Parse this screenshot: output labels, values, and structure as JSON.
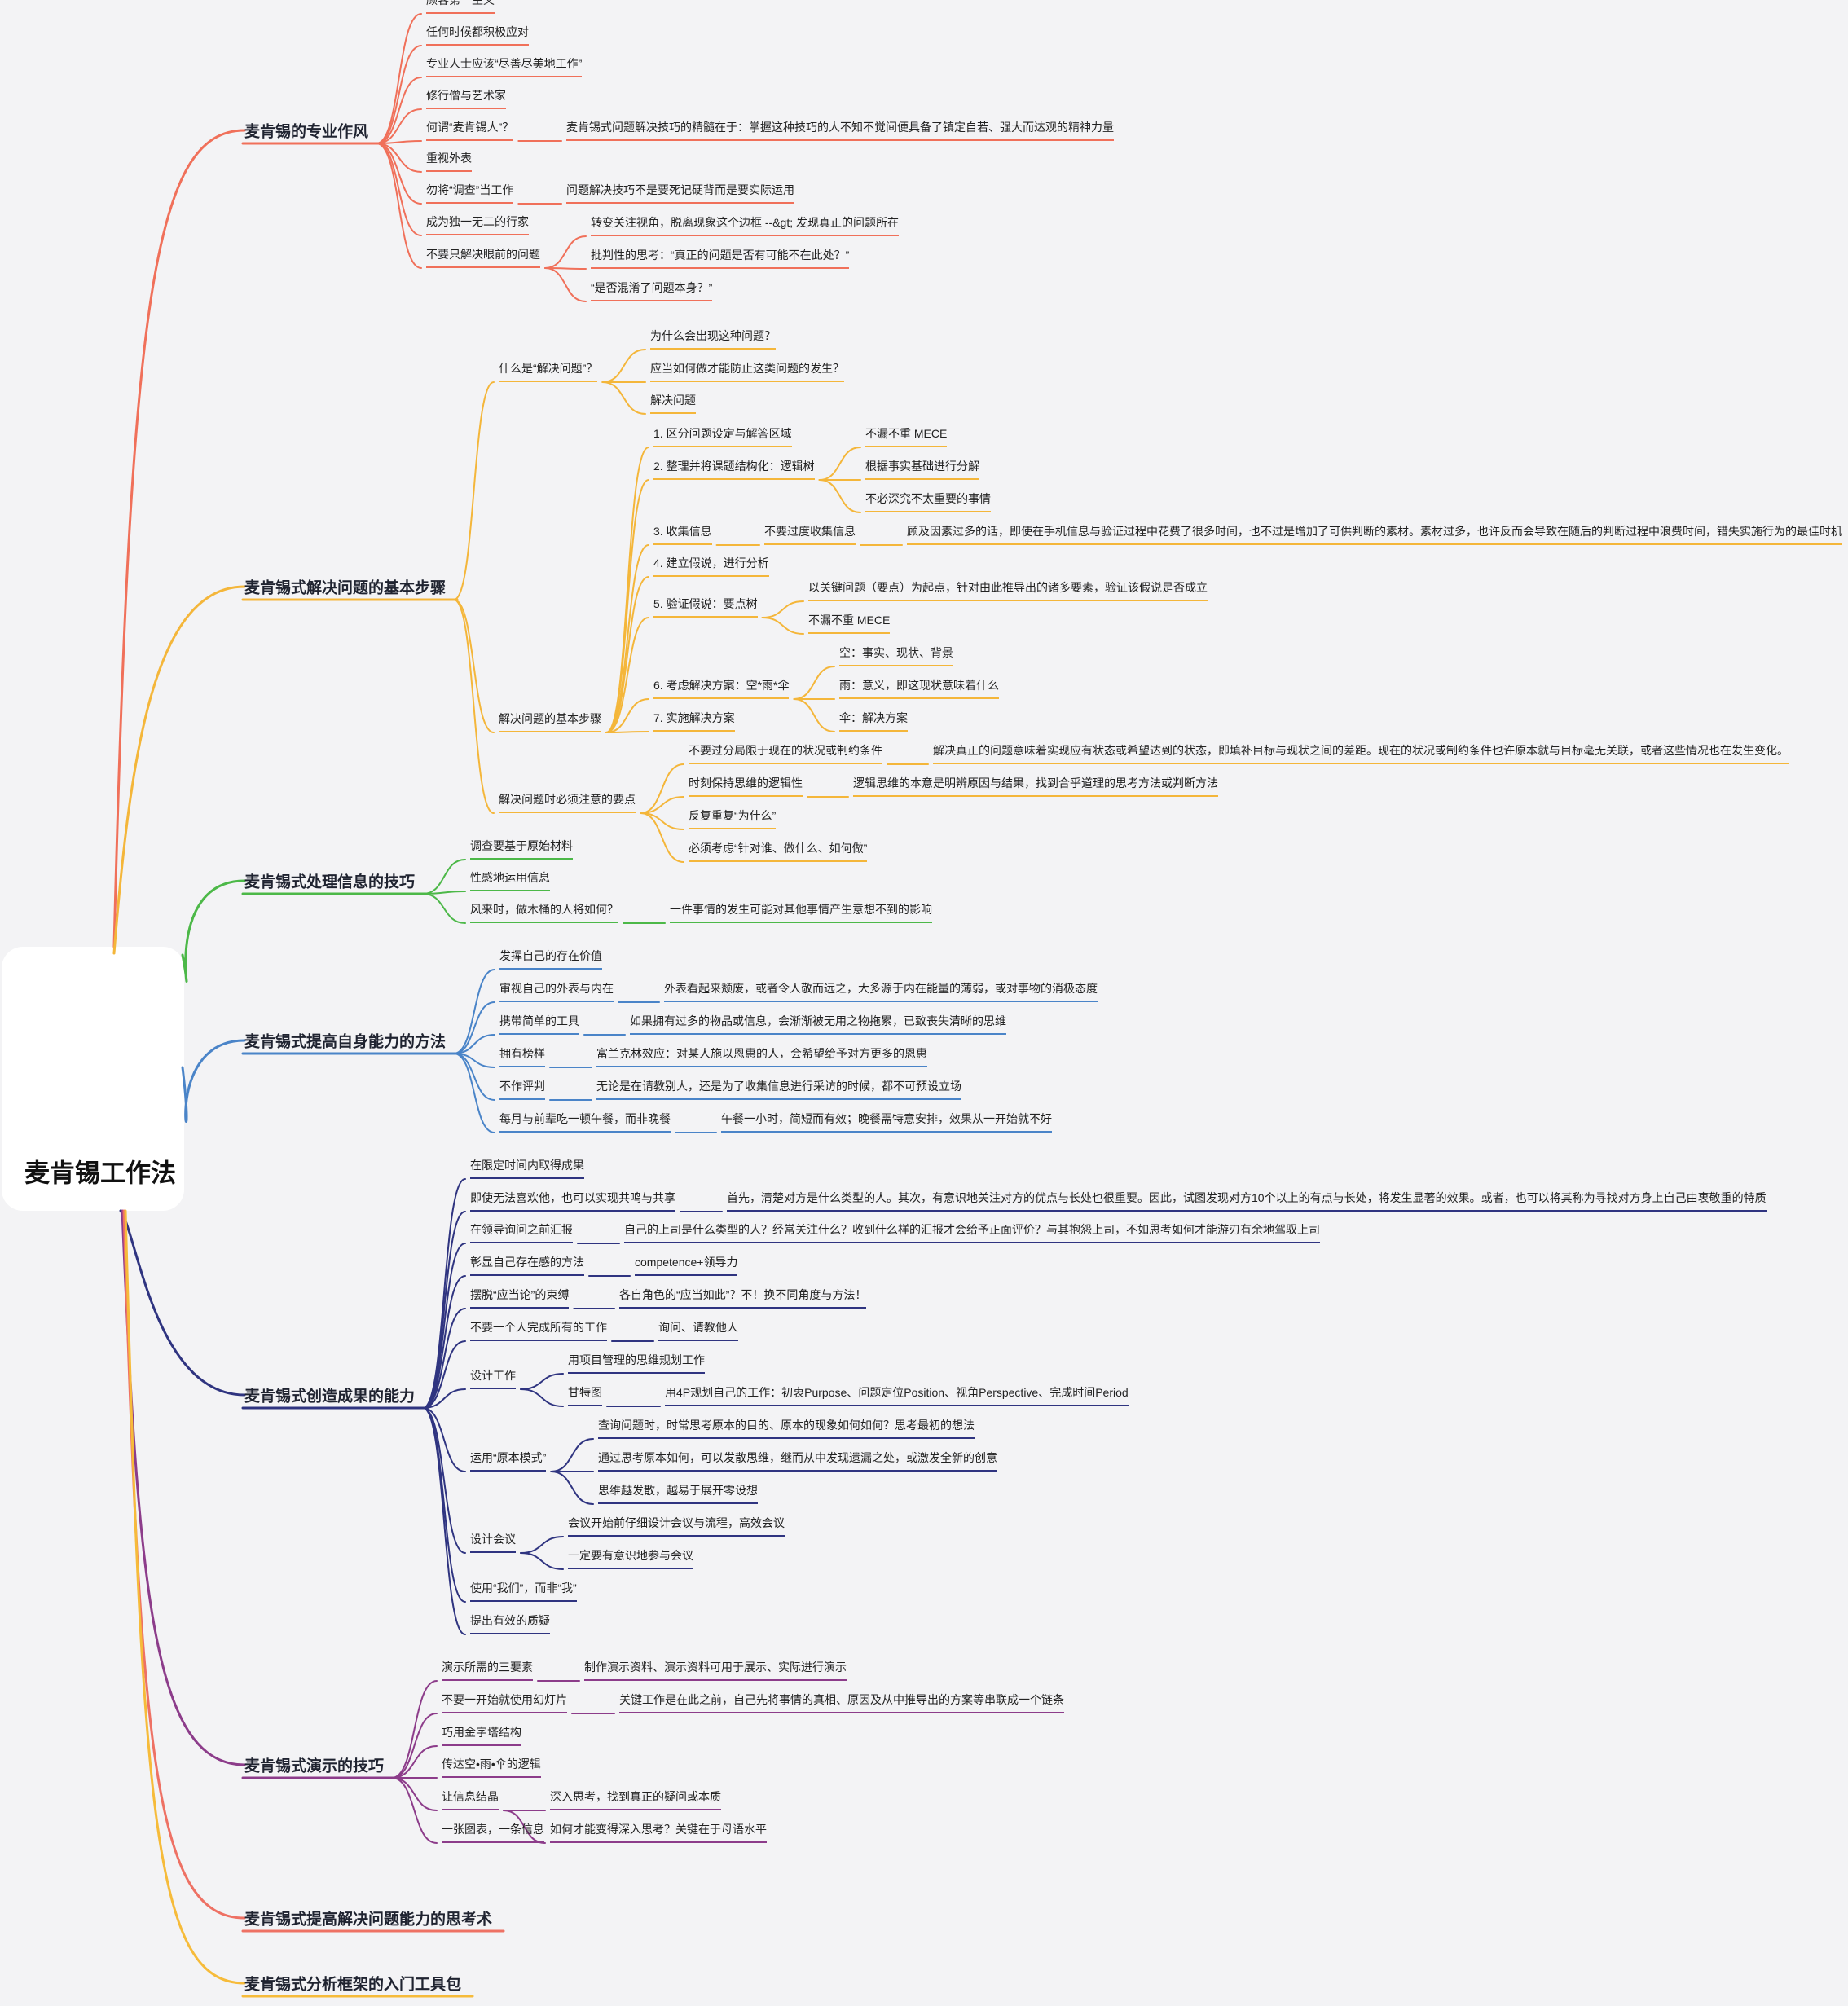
{
  "root": {
    "title": "麦肯锡工作法"
  },
  "colors": {
    "orange_red": "#f0705a",
    "orange": "#f4b63a",
    "green": "#4cb848",
    "blue": "#4a84c8",
    "navy": "#2f3480",
    "purple": "#8c3c8a",
    "coral": "#ee7164",
    "gold": "#f6bb3a"
  },
  "branches": [
    {
      "label": "麦肯锡的专业作风",
      "color": "orange_red",
      "children": [
        {
          "label": "顾客第一主义"
        },
        {
          "label": "任何时候都积极应对"
        },
        {
          "label": "专业人士应该“尽善尽美地工作”"
        },
        {
          "label": "修行僧与艺术家"
        },
        {
          "label": "何谓“麦肯锡人”？",
          "children": [
            {
              "label": "麦肯锡式问题解决技巧的精髓在于：掌握这种技巧的人不知不觉间便具备了镇定自若、强大而达观的精神力量"
            }
          ]
        },
        {
          "label": "重视外表"
        },
        {
          "label": "勿将“调查”当工作",
          "children": [
            {
              "label": "问题解决技巧不是要死记硬背而是要实际运用"
            }
          ]
        },
        {
          "label": "成为独一无二的行家"
        },
        {
          "label": "不要只解决眼前的问题",
          "children": [
            {
              "label": "转变关注视角，脱离现象这个边框 --&gt; 发现真正的问题所在"
            },
            {
              "label": "批判性的思考：“真正的问题是否有可能不在此处？”"
            },
            {
              "label": "“是否混淆了问题本身？”"
            }
          ]
        }
      ]
    },
    {
      "label": "麦肯锡式解决问题的基本步骤",
      "color": "orange",
      "children": [
        {
          "label": "什么是“解决问题”？",
          "children": [
            {
              "label": "为什么会出现这种问题？"
            },
            {
              "label": "应当如何做才能防止这类问题的发生？"
            },
            {
              "label": "解决问题"
            }
          ]
        },
        {
          "label": "解决问题的基本步骤",
          "children": [
            {
              "label": "1. 区分问题设定与解答区域"
            },
            {
              "label": "2. 整理并将课题结构化：逻辑树",
              "children": [
                {
                  "label": "不漏不重 MECE"
                },
                {
                  "label": "根据事实基础进行分解"
                },
                {
                  "label": "不必深究不太重要的事情"
                }
              ]
            },
            {
              "label": "3. 收集信息",
              "children": [
                {
                  "label": "不要过度收集信息",
                  "children": [
                    {
                      "label": "顾及因素过多的话，即使在手机信息与验证过程中花费了很多时间，也不过是增加了可供判断的素材。素材过多，也许反而会导致在随后的判断过程中浪费时间，错失实施行为的最佳时机"
                    }
                  ]
                }
              ]
            },
            {
              "label": "4. 建立假说，进行分析"
            },
            {
              "label": "5. 验证假说：要点树",
              "children": [
                {
                  "label": "以关键问题（要点）为起点，针对由此推导出的诸多要素，验证该假说是否成立"
                },
                {
                  "label": "不漏不重 MECE"
                }
              ]
            },
            {
              "label": "6. 考虑解决方案：空*雨*伞",
              "children": [
                {
                  "label": "空：事实、现状、背景"
                },
                {
                  "label": "雨：意义，即这现状意味着什么"
                },
                {
                  "label": "伞：解决方案"
                }
              ]
            },
            {
              "label": "7. 实施解决方案"
            }
          ]
        },
        {
          "label": "解决问题时必须注意的要点",
          "children": [
            {
              "label": "不要过分局限于现在的状况或制约条件",
              "children": [
                {
                  "label": "解决真正的问题意味着实现应有状态或希望达到的状态，即填补目标与现状之间的差距。现在的状况或制约条件也许原本就与目标毫无关联，或者这些情况也在发生变化。"
                }
              ]
            },
            {
              "label": "时刻保持思维的逻辑性",
              "children": [
                {
                  "label": "逻辑思维的本意是明辨原因与结果，找到合乎道理的思考方法或判断方法"
                }
              ]
            },
            {
              "label": "反复重复“为什么”"
            },
            {
              "label": "必须考虑“针对谁、做什么、如何做”"
            }
          ]
        }
      ]
    },
    {
      "label": "麦肯锡式处理信息的技巧",
      "color": "green",
      "children": [
        {
          "label": "调查要基于原始材料"
        },
        {
          "label": "性感地运用信息"
        },
        {
          "label": "风来时，做木桶的人将如何？",
          "children": [
            {
              "label": "一件事情的发生可能对其他事情产生意想不到的影响"
            }
          ]
        }
      ]
    },
    {
      "label": "麦肯锡式提高自身能力的方法",
      "color": "blue",
      "children": [
        {
          "label": "发挥自己的存在价值"
        },
        {
          "label": "审视自己的外表与内在",
          "children": [
            {
              "label": "外表看起来颓废，或者令人敬而远之，大多源于内在能量的薄弱，或对事物的消极态度"
            }
          ]
        },
        {
          "label": "携带简单的工具",
          "children": [
            {
              "label": "如果拥有过多的物品或信息，会渐渐被无用之物拖累，已致丧失清晰的思维"
            }
          ]
        },
        {
          "label": "拥有榜样",
          "children": [
            {
              "label": "富兰克林效应：对某人施以恩惠的人，会希望给予对方更多的恩惠"
            }
          ]
        },
        {
          "label": "不作评判",
          "children": [
            {
              "label": "无论是在请教别人，还是为了收集信息进行采访的时候，都不可预设立场"
            }
          ]
        },
        {
          "label": "每月与前辈吃一顿午餐，而非晚餐",
          "children": [
            {
              "label": "午餐一小时，简短而有效；晚餐需特意安排，效果从一开始就不好"
            }
          ]
        }
      ]
    },
    {
      "label": "麦肯锡式创造成果的能力",
      "color": "navy",
      "children": [
        {
          "label": "在限定时间内取得成果"
        },
        {
          "label": "即使无法喜欢他，也可以实现共鸣与共享",
          "children": [
            {
              "label": "首先，清楚对方是什么类型的人。其次，有意识地关注对方的优点与长处也很重要。因此，试图发现对方10个以上的有点与长处，将发生显著的效果。或者，也可以将其称为寻找对方身上自己由衷敬重的特质"
            }
          ]
        },
        {
          "label": "在领导询问之前汇报",
          "children": [
            {
              "label": "自己的上司是什么类型的人？经常关注什么？收到什么样的汇报才会给予正面评价？与其抱怨上司，不如思考如何才能游刃有余地驾驭上司"
            }
          ]
        },
        {
          "label": "彰显自己存在感的方法",
          "children": [
            {
              "label": "competence+领导力"
            }
          ]
        },
        {
          "label": "摆脱“应当论”的束缚",
          "children": [
            {
              "label": "各自角色的“应当如此”？不！换不同角度与方法！"
            }
          ]
        },
        {
          "label": "不要一个人完成所有的工作",
          "children": [
            {
              "label": "询问、请教他人"
            }
          ]
        },
        {
          "label": "设计工作",
          "children": [
            {
              "label": "用项目管理的思维规划工作"
            },
            {
              "label": "甘特图",
              "children": [
                {
                  "label": "用4P规划自己的工作：初衷Purpose、问题定位Position、视角Perspective、完成时间Period"
                }
              ]
            }
          ]
        },
        {
          "label": "运用“原本模式”",
          "children": [
            {
              "label": "查询问题时，时常思考原本的目的、原本的现象如何如何？思考最初的想法"
            },
            {
              "label": "通过思考原本如何，可以发散思维，继而从中发现遗漏之处，或激发全新的创意"
            },
            {
              "label": "思维越发散，越易于展开零设想"
            }
          ]
        },
        {
          "label": "设计会议",
          "children": [
            {
              "label": "会议开始前仔细设计会议与流程，高效会议"
            },
            {
              "label": "一定要有意识地参与会议"
            }
          ]
        },
        {
          "label": "使用“我们”，而非“我”"
        },
        {
          "label": "提出有效的质疑"
        }
      ]
    },
    {
      "label": "麦肯锡式演示的技巧",
      "color": "purple",
      "children": [
        {
          "label": "演示所需的三要素",
          "children": [
            {
              "label": "制作演示资料、演示资料可用于展示、实际进行演示"
            }
          ]
        },
        {
          "label": "不要一开始就使用幻灯片",
          "children": [
            {
              "label": "关键工作是在此之前，自己先将事情的真相、原因及从中推导出的方案等串联成一个链条"
            }
          ]
        },
        {
          "label": "巧用金字塔结构"
        },
        {
          "label": "传达空•雨•伞的逻辑"
        },
        {
          "label": "让信息结晶",
          "children": [
            {
              "label": "深入思考，找到真正的疑问或本质"
            },
            {
              "label": "如何才能变得深入思考？关键在于母语水平"
            }
          ]
        },
        {
          "label": "一张图表，一条信息"
        }
      ]
    },
    {
      "label": "麦肯锡式提高解决问题能力的思考术",
      "color": "coral",
      "children": []
    },
    {
      "label": "麦肯锡式分析框架的入门工具包",
      "color": "gold",
      "children": []
    }
  ]
}
